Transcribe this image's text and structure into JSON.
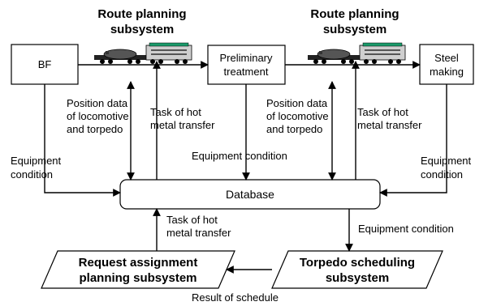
{
  "nodes": {
    "bf": "BF",
    "preliminary_line1": "Preliminary",
    "preliminary_line2": "treatment",
    "steel_line1": "Steel",
    "steel_line2": "making",
    "database": "Database",
    "request_line1": "Request assignment",
    "request_line2": "planning subsystem",
    "torpedo_line1": "Torpedo scheduling",
    "torpedo_line2": "subsystem"
  },
  "headers": {
    "route_left_line1": "Route planning",
    "route_left_line2": "subsystem",
    "route_right_line1": "Route planning",
    "route_right_line2": "subsystem"
  },
  "labels": {
    "pos_left_1": "Position data",
    "pos_left_2": "of locomotive",
    "pos_left_3": "and torpedo",
    "task_left_1": "Task of hot",
    "task_left_2": "metal transfer",
    "pos_right_1": "Position data",
    "pos_right_2": "of locomotive",
    "pos_right_3": "and torpedo",
    "task_right_1": "Task of hot",
    "task_right_2": "metal transfer",
    "equip_left_1": "Equipment",
    "equip_left_2": "condition",
    "equip_center": "Equipment condition",
    "equip_right_1": "Equipment",
    "equip_right_2": "condition",
    "task_db_1": "Task of hot",
    "task_db_2": "metal transfer",
    "equip_db_out": "Equipment condition",
    "result": "Result of schedule"
  }
}
